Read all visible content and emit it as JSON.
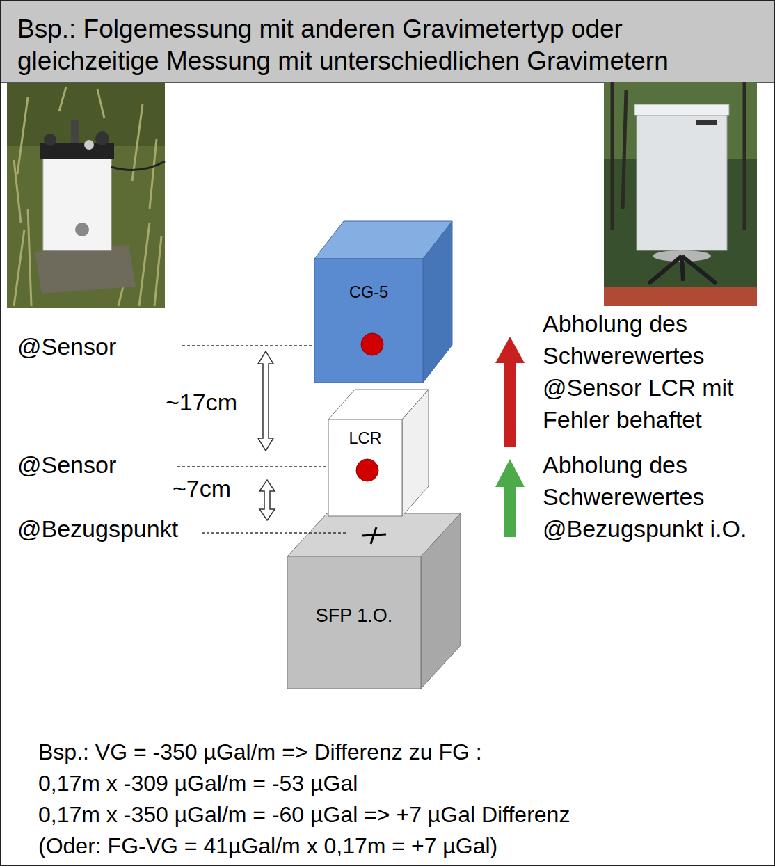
{
  "diagram": {
    "title": "Bsp.: Folgemessung mit anderen Gravimetertyp oder gleichzeitige Messung mit unterschiedlichen Gravimetern",
    "nodes": [
      {
        "text": [
          "CG-5"
        ]
      },
      {
        "text": [
          "LCR"
        ]
      },
      {
        "text": [
          "SFP 1.O."
        ]
      }
    ],
    "labels": [
      "@Sensor",
      "~17cm",
      "@Sensor",
      "~7cm",
      "@Bezugspunkt",
      "Abholung des Schwerewertes @Sensor LCR mit Fehler behaftet",
      "Abholung des Schwerewertes @Bezugspunkt i.O.",
      "Bsp.: VG = -350 µGal/m => Differenz zu FG :",
      "0,17m x -309 µGal/m = -53 µGal",
      "0,17m x -350 µGal/m = -60 µGal => +7 µGal Differenz",
      "(Oder: FG-VG = 41µGal/m x 0,17m = +7 µGal)"
    ]
  }
}
